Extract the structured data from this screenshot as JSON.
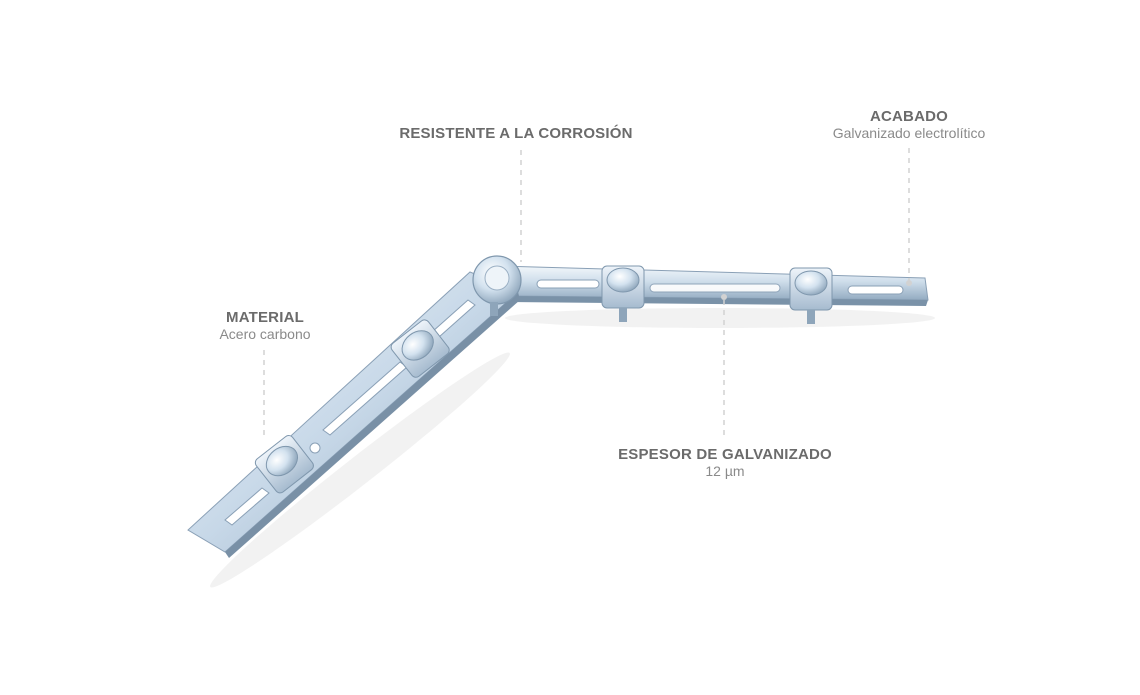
{
  "callouts": {
    "material": {
      "title": "MATERIAL",
      "sub": "Acero carbono"
    },
    "corrosion": {
      "title": "RESISTENTE A LA CORROSIÓN"
    },
    "finish": {
      "title": "ACABADO",
      "sub": "Galvanizado electrolítico"
    },
    "thickness": {
      "title": "ESPESOR DE GALVANIZADO",
      "sub": "12 µm"
    }
  },
  "colors": {
    "metal_light": "#e4eef6",
    "metal_mid": "#b9cde0",
    "metal_dark": "#7f97ad",
    "leader_line": "#d2d2d2",
    "text": "#6b6b6b"
  }
}
